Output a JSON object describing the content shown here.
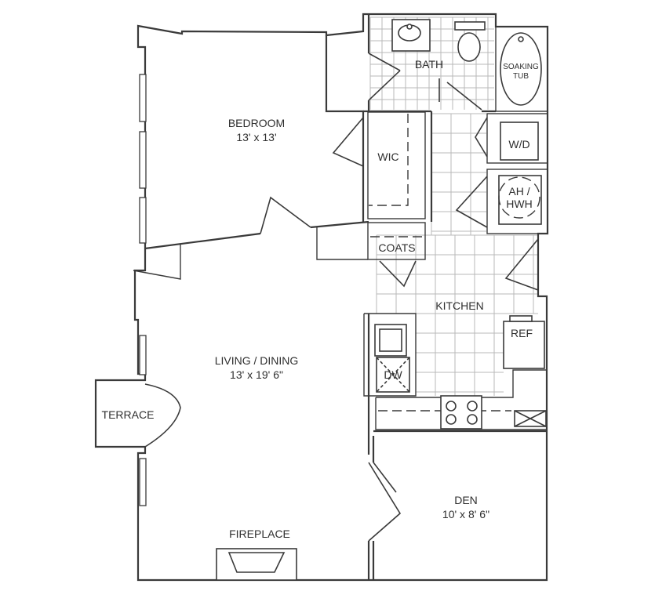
{
  "rooms": {
    "bedroom": {
      "name": "BEDROOM",
      "size": "13' x 13'"
    },
    "wic": {
      "name": "WIC"
    },
    "bath": {
      "name": "BATH"
    },
    "soaking_tub": {
      "line1": "SOAKING",
      "line2": "TUB"
    },
    "wd": {
      "name": "W/D"
    },
    "ahhwh": {
      "line1": "AH /",
      "line2": "HWH"
    },
    "coats": {
      "name": "COATS"
    },
    "kitchen": {
      "name": "KITCHEN"
    },
    "ref": {
      "name": "REF"
    },
    "dw": {
      "name": "DW"
    },
    "living": {
      "name": "LIVING / DINING",
      "size": "13' x 19' 6\""
    },
    "terrace": {
      "name": "TERRACE"
    },
    "den": {
      "name": "DEN",
      "size": "10' x 8' 6\""
    },
    "fireplace": {
      "name": "FIREPLACE"
    }
  }
}
